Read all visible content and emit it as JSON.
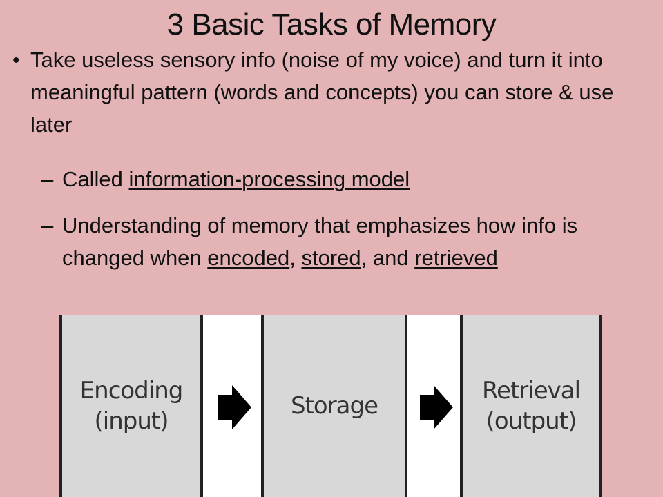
{
  "slide": {
    "title": "3 Basic Tasks of Memory",
    "bullet": {
      "marker": "•",
      "text": "Take useless sensory info (noise of my voice) and turn it into meaningful pattern (words and concepts) you can store & use later"
    },
    "sub_bullets": [
      {
        "marker": "–",
        "prefix": "Called ",
        "underlined": "information-processing model"
      },
      {
        "marker": "–",
        "text_1": "Understanding of memory that emphasizes how info is changed when ",
        "underlined_1": "encoded",
        "text_2": ", ",
        "underlined_2": "stored",
        "text_3": ", and ",
        "underlined_3": "retrieved"
      }
    ]
  },
  "diagram": {
    "boxes": [
      {
        "line1": "Encoding",
        "line2": "(input)"
      },
      {
        "line1": "Storage",
        "line2": ""
      },
      {
        "line1": "Retrieval",
        "line2": "(output)"
      }
    ],
    "arrow_icon": "right-arrow-icon",
    "colors": {
      "box_fill": "#d8d8d8",
      "background": "#e3b3b6",
      "arrow": "#000000"
    }
  }
}
